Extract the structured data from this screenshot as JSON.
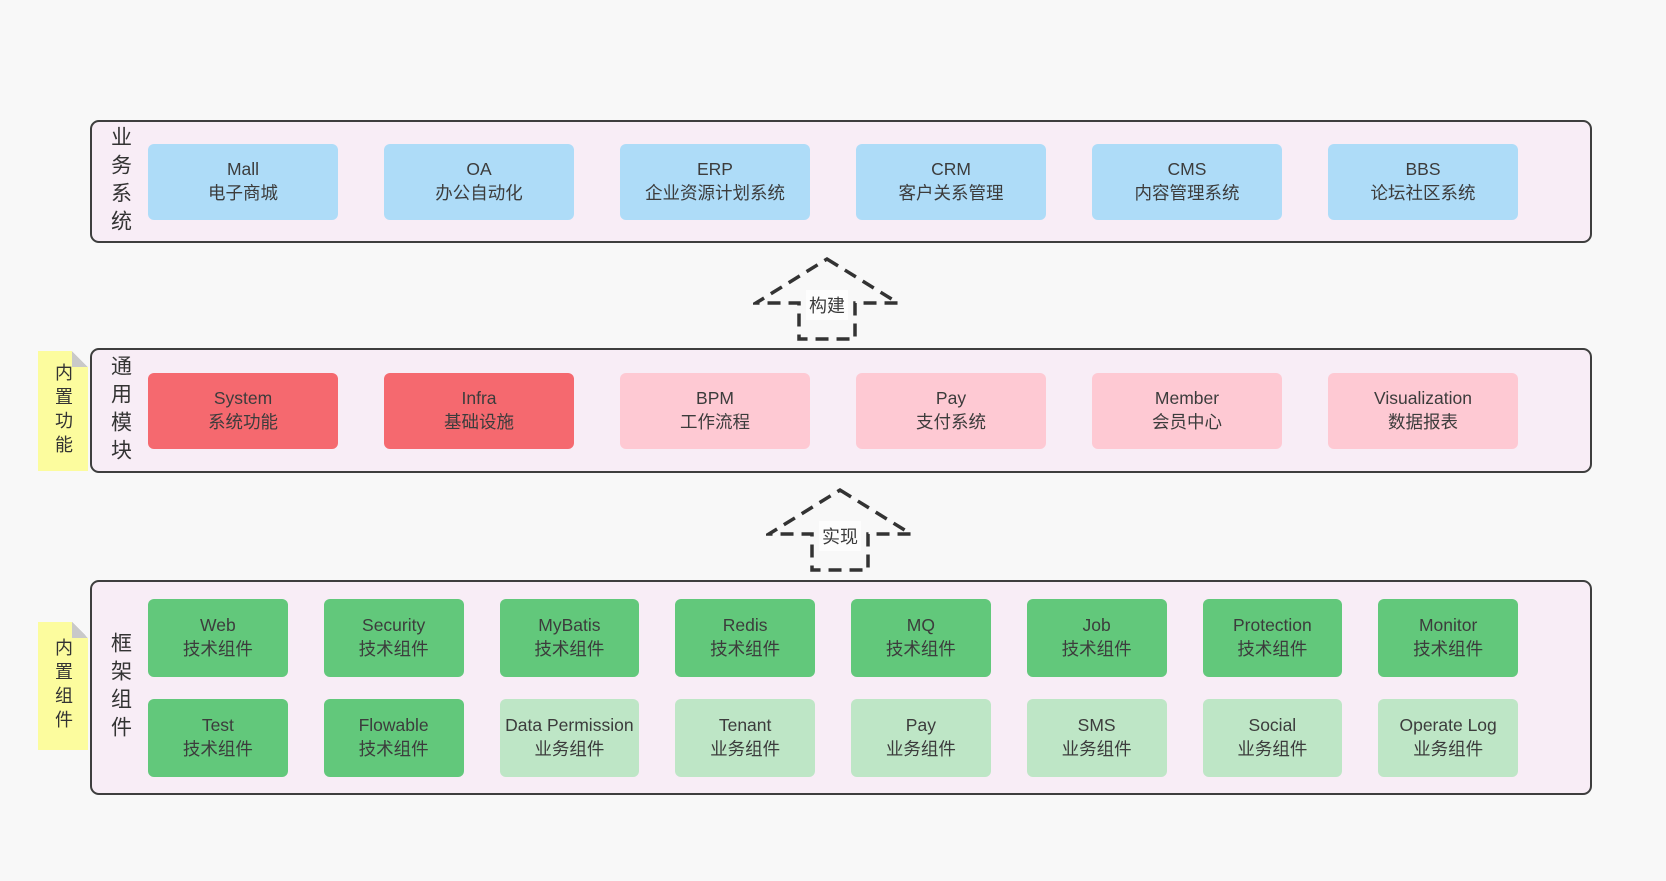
{
  "palette": {
    "page_bg": "#f8f8f8",
    "band_bg": "#f8edf6",
    "band_border": "#3e3e3e",
    "sticky_yellow": "#fcfc9e",
    "sticky_fold": "#c9c9c9",
    "text": "#3c3c3c",
    "blue": "#aedcf8",
    "red": "#f5696f",
    "pink": "#fec9d3",
    "green_dark": "#62c87b",
    "green_light": "#bee6c6"
  },
  "arrows": [
    {
      "label": "构建"
    },
    {
      "label": "实现"
    }
  ],
  "bands": [
    {
      "label": "业务系统",
      "boxes": [
        {
          "title": "Mall",
          "subtitle": "电子商城",
          "type": "blue"
        },
        {
          "title": "OA",
          "subtitle": "办公自动化",
          "type": "blue"
        },
        {
          "title": "ERP",
          "subtitle": "企业资源计划系统",
          "type": "blue"
        },
        {
          "title": "CRM",
          "subtitle": "客户关系管理",
          "type": "blue"
        },
        {
          "title": "CMS",
          "subtitle": "内容管理系统",
          "type": "blue"
        },
        {
          "title": "BBS",
          "subtitle": "论坛社区系统",
          "type": "blue"
        }
      ]
    },
    {
      "label": "通用模块",
      "sticky": "内置功能",
      "boxes": [
        {
          "title": "System",
          "subtitle": "系统功能",
          "type": "red"
        },
        {
          "title": "Infra",
          "subtitle": "基础设施",
          "type": "red"
        },
        {
          "title": "BPM",
          "subtitle": "工作流程",
          "type": "pink"
        },
        {
          "title": "Pay",
          "subtitle": "支付系统",
          "type": "pink"
        },
        {
          "title": "Member",
          "subtitle": "会员中心",
          "type": "pink"
        },
        {
          "title": "Visualization",
          "subtitle": "数据报表",
          "type": "pink"
        }
      ]
    },
    {
      "label": "框架组件",
      "sticky": "内置组件",
      "rows": [
        [
          {
            "title": "Web",
            "subtitle": "技术组件",
            "type": "green_dark"
          },
          {
            "title": "Security",
            "subtitle": "技术组件",
            "type": "green_dark"
          },
          {
            "title": "MyBatis",
            "subtitle": "技术组件",
            "type": "green_dark"
          },
          {
            "title": "Redis",
            "subtitle": "技术组件",
            "type": "green_dark"
          },
          {
            "title": "MQ",
            "subtitle": "技术组件",
            "type": "green_dark"
          },
          {
            "title": "Job",
            "subtitle": "技术组件",
            "type": "green_dark"
          },
          {
            "title": "Protection",
            "subtitle": "技术组件",
            "type": "green_dark"
          },
          {
            "title": "Monitor",
            "subtitle": "技术组件",
            "type": "green_dark"
          }
        ],
        [
          {
            "title": "Test",
            "subtitle": "技术组件",
            "type": "green_dark"
          },
          {
            "title": "Flowable",
            "subtitle": "技术组件",
            "type": "green_dark"
          },
          {
            "title": "Data Permission",
            "subtitle": "业务组件",
            "type": "green_light"
          },
          {
            "title": "Tenant",
            "subtitle": "业务组件",
            "type": "green_light"
          },
          {
            "title": "Pay",
            "subtitle": "业务组件",
            "type": "green_light"
          },
          {
            "title": "SMS",
            "subtitle": "业务组件",
            "type": "green_light"
          },
          {
            "title": "Social",
            "subtitle": "业务组件",
            "type": "green_light"
          },
          {
            "title": "Operate Log",
            "subtitle": "业务组件",
            "type": "green_light"
          }
        ]
      ]
    }
  ]
}
